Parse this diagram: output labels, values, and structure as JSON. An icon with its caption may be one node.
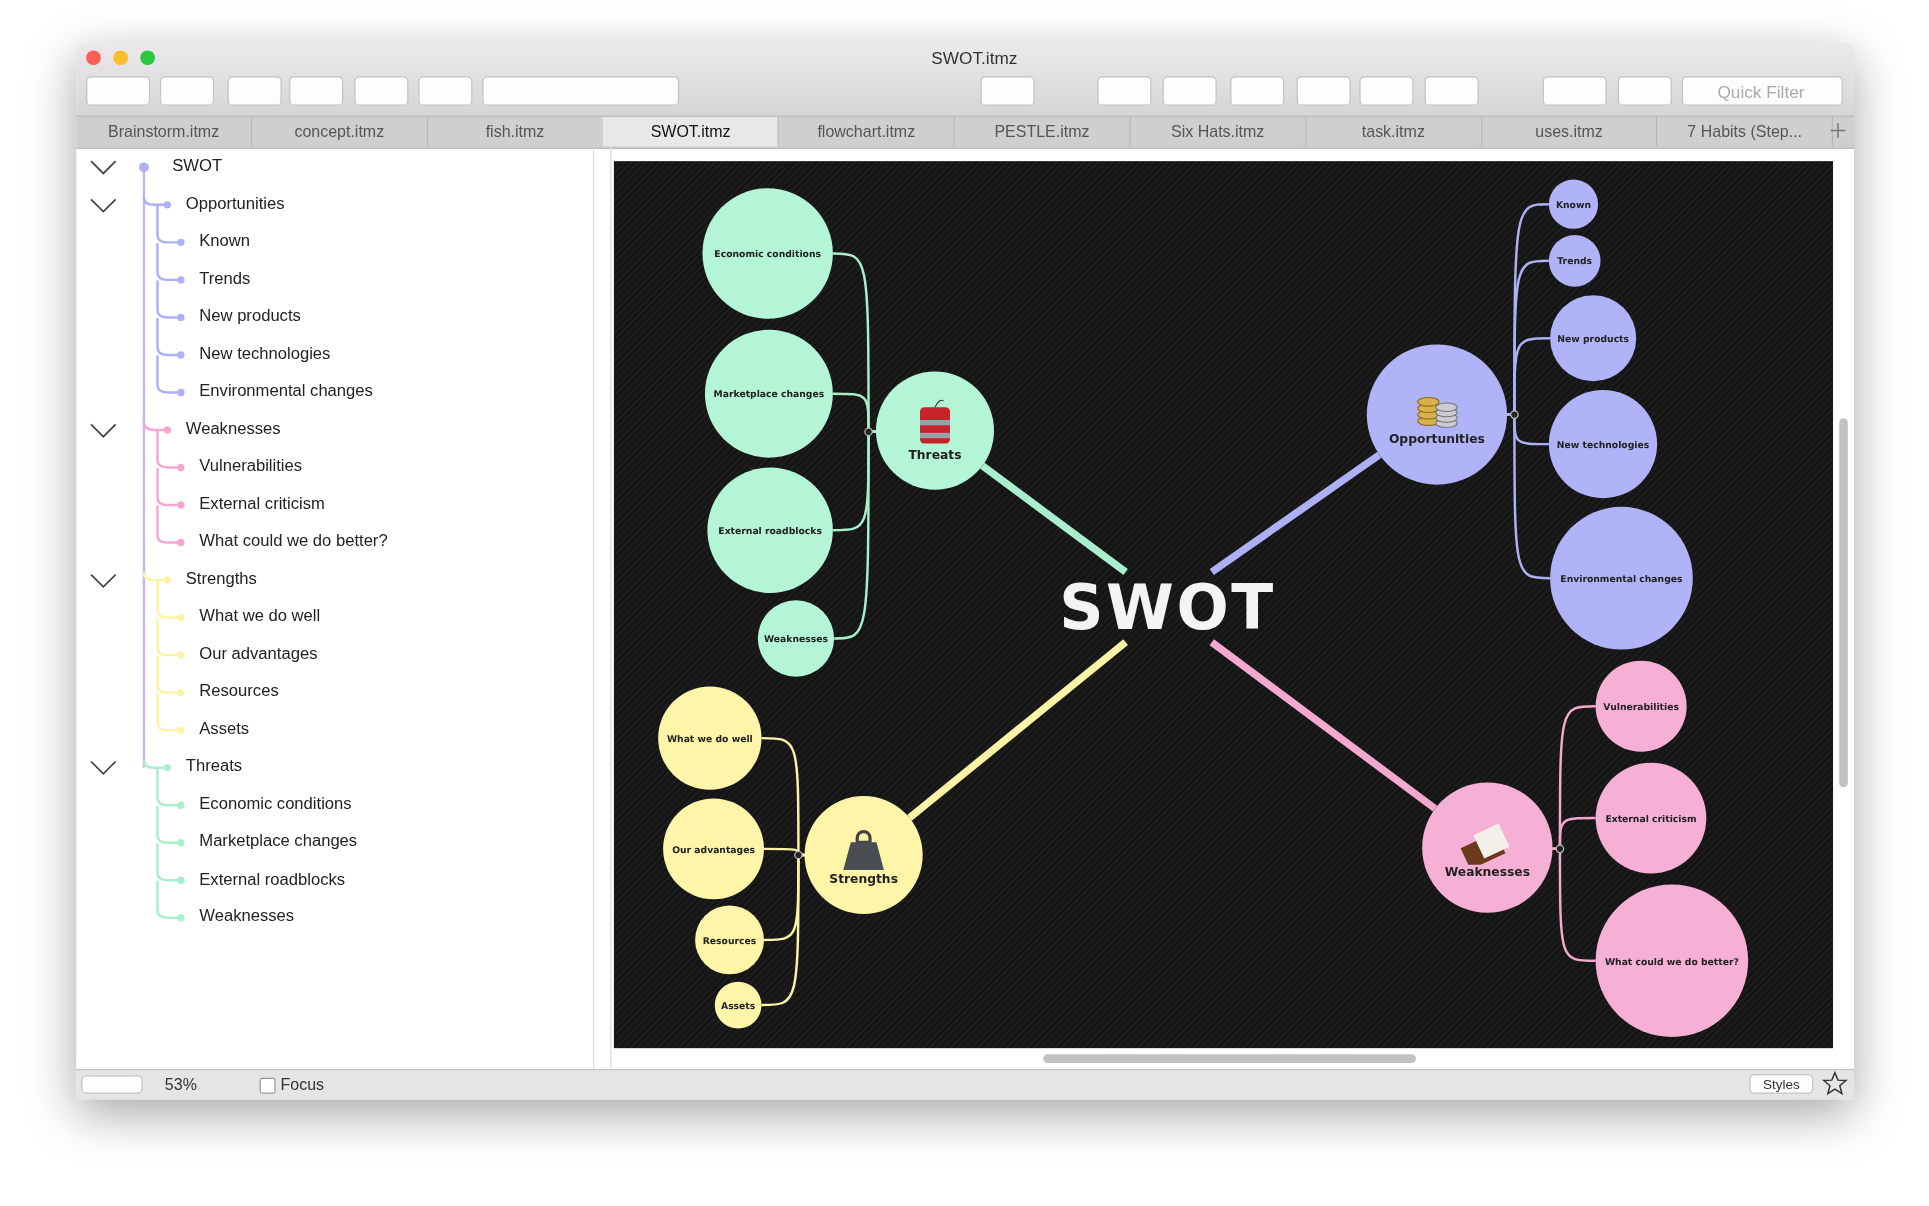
{
  "diagram": {
    "nodes": [
      {
        "text": [
          "SWOT"
        ]
      },
      {
        "text": [
          "Threats"
        ]
      },
      {
        "text": [
          "Economic conditions"
        ]
      },
      {
        "text": [
          "Marketplace changes"
        ]
      },
      {
        "text": [
          "External roadblocks"
        ]
      },
      {
        "text": [
          "Weaknesses"
        ]
      },
      {
        "text": [
          "Opportunities"
        ]
      },
      {
        "text": [
          "Known"
        ]
      },
      {
        "text": [
          "Trends"
        ]
      },
      {
        "text": [
          "New products"
        ]
      },
      {
        "text": [
          "New technologies"
        ]
      },
      {
        "text": [
          "Environmental changes"
        ]
      },
      {
        "text": [
          "Strengths"
        ]
      },
      {
        "text": [
          "What we do well"
        ]
      },
      {
        "text": [
          "Our advantages"
        ]
      },
      {
        "text": [
          "Resources"
        ]
      },
      {
        "text": [
          "Assets"
        ]
      },
      {
        "text": [
          "Weaknesses"
        ]
      },
      {
        "text": [
          "Vulnerabilities"
        ]
      },
      {
        "text": [
          "External criticism"
        ]
      },
      {
        "text": [
          "What could we do better?"
        ]
      }
    ],
    "edges": [
      {
        "from": 0,
        "to": 1,
        "arrow": "none",
        "style": "thick",
        "color": "#a8f0cc"
      },
      {
        "from": 1,
        "to": 2,
        "arrow": "none",
        "color": "#a8f0cc"
      },
      {
        "from": 1,
        "to": 3,
        "arrow": "none",
        "color": "#a8f0cc"
      },
      {
        "from": 1,
        "to": 4,
        "arrow": "none",
        "color": "#a8f0cc"
      },
      {
        "from": 1,
        "to": 5,
        "arrow": "none",
        "color": "#a8f0cc"
      },
      {
        "from": 0,
        "to": 6,
        "arrow": "none",
        "style": "thick",
        "color": "#aeb0f5"
      },
      {
        "from": 6,
        "to": 7,
        "arrow": "none",
        "color": "#aeb0f5"
      },
      {
        "from": 6,
        "to": 8,
        "arrow": "none",
        "color": "#aeb0f5"
      },
      {
        "from": 6,
        "to": 9,
        "arrow": "none",
        "color": "#aeb0f5"
      },
      {
        "from": 6,
        "to": 10,
        "arrow": "none",
        "color": "#aeb0f5"
      },
      {
        "from": 6,
        "to": 11,
        "arrow": "none",
        "color": "#aeb0f5"
      },
      {
        "from": 0,
        "to": 12,
        "arrow": "none",
        "style": "thick",
        "color": "#fbf3a5"
      },
      {
        "from": 12,
        "to": 13,
        "arrow": "none",
        "color": "#fbf3a5"
      },
      {
        "from": 12,
        "to": 14,
        "arrow": "none",
        "color": "#fbf3a5"
      },
      {
        "from": 12,
        "to": 15,
        "arrow": "none",
        "color": "#fbf3a5"
      },
      {
        "from": 12,
        "to": 16,
        "arrow": "none",
        "color": "#fbf3a5"
      },
      {
        "from": 0,
        "to": 17,
        "arrow": "none",
        "style": "thick",
        "color": "#f5a8cf"
      },
      {
        "from": 17,
        "to": 18,
        "arrow": "none",
        "color": "#f5a8cf"
      },
      {
        "from": 17,
        "to": 19,
        "arrow": "none",
        "color": "#f5a8cf"
      },
      {
        "from": 17,
        "to": 20,
        "arrow": "none",
        "color": "#f5a8cf"
      }
    ],
    "labels": [
      "SWOT.itmz",
      "Brainstorm.itmz",
      "concept.itmz",
      "fish.itmz",
      "SWOT.itmz",
      "flowchart.itmz",
      "PESTLE.itmz",
      "Six Hats.itmz",
      "task.itmz",
      "uses.itmz",
      "7 Habits (Step...",
      "Quick Filter",
      "SWOT",
      "Opportunities",
      "Known",
      "Trends",
      "New products",
      "New technologies",
      "Environmental changes",
      "Weaknesses",
      "Vulnerabilities",
      "External criticism",
      "What could we do better?",
      "Strengths",
      "What we do well",
      "Our advantages",
      "Resources",
      "Assets",
      "Threats",
      "Economic conditions",
      "Marketplace changes",
      "External roadblocks",
      "Weaknesses",
      "53%",
      "Focus",
      "Styles"
    ]
  }
}
